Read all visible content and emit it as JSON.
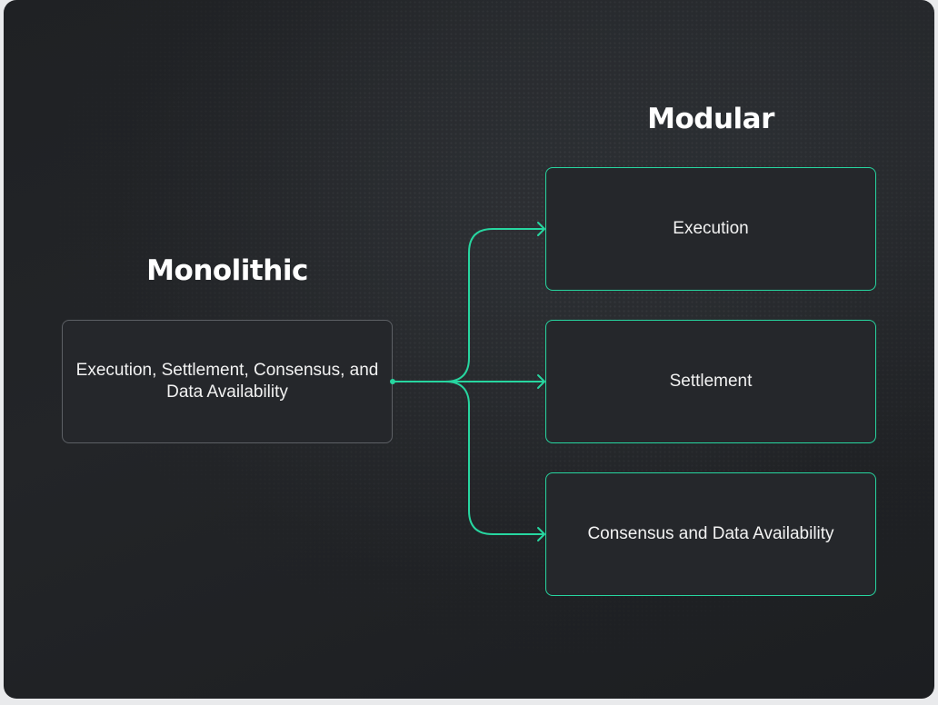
{
  "diagram": {
    "monolithic": {
      "title": "Monolithic",
      "box_label": "Execution, Settlement, Consensus, and Data Availability"
    },
    "modular": {
      "title": "Modular",
      "layers": [
        {
          "label": "Execution"
        },
        {
          "label": "Settlement"
        },
        {
          "label": "Consensus and Data Availability"
        }
      ]
    },
    "colors": {
      "background": "#222427",
      "box_fill": "#25272b",
      "monolithic_border": "#5d6065",
      "accent": "#27d6a0",
      "text": "#ffffff"
    }
  }
}
